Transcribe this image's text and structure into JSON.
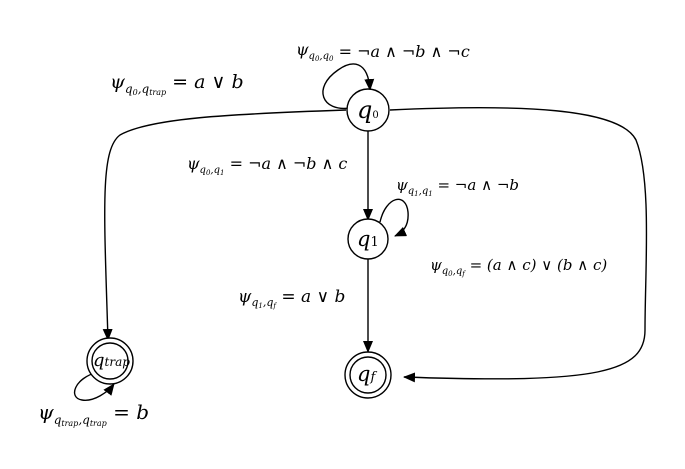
{
  "nodes": {
    "q0": {
      "base": "q",
      "sub": "0",
      "accepting": false
    },
    "q1": {
      "base": "q",
      "sub": "1",
      "accepting": false
    },
    "qf": {
      "base": "q",
      "sub": "f",
      "accepting": true
    },
    "qtrap": {
      "base": "q",
      "sub": "trap",
      "accepting": true
    }
  },
  "edges": {
    "q0_q0": {
      "psi": "ψ",
      "sub_a": "q",
      "sub_a_sub": "0",
      "sub_b": "q",
      "sub_b_sub": "0",
      "formula": " = ¬a ∧ ¬b ∧ ¬c"
    },
    "q0_qtrap": {
      "psi": "ψ",
      "sub_a": "q",
      "sub_a_sub": "0",
      "sub_b": "q",
      "sub_b_sub": "trap",
      "formula": " = a ∨ b"
    },
    "q0_q1": {
      "psi": "ψ",
      "sub_a": "q",
      "sub_a_sub": "0",
      "sub_b": "q",
      "sub_b_sub": "1",
      "formula": " = ¬a ∧ ¬b ∧ c"
    },
    "q1_q1": {
      "psi": "ψ",
      "sub_a": "q",
      "sub_a_sub": "1",
      "sub_b": "q",
      "sub_b_sub": "1",
      "formula": " = ¬a ∧ ¬b"
    },
    "q0_qf": {
      "psi": "ψ",
      "sub_a": "q",
      "sub_a_sub": "0",
      "sub_b": "q",
      "sub_b_sub": "f",
      "formula": " = (a ∧ c) ∨ (b ∧ c)"
    },
    "q1_qf": {
      "psi": "ψ",
      "sub_a": "q",
      "sub_a_sub": "1",
      "sub_b": "q",
      "sub_b_sub": "f",
      "formula": " = a ∨ b"
    },
    "qtrap_qtrap": {
      "psi": "ψ",
      "sub_a": "q",
      "sub_a_sub": "trap",
      "sub_b": "q",
      "sub_b_sub": "trap",
      "formula": " = b"
    }
  },
  "sep": ","
}
